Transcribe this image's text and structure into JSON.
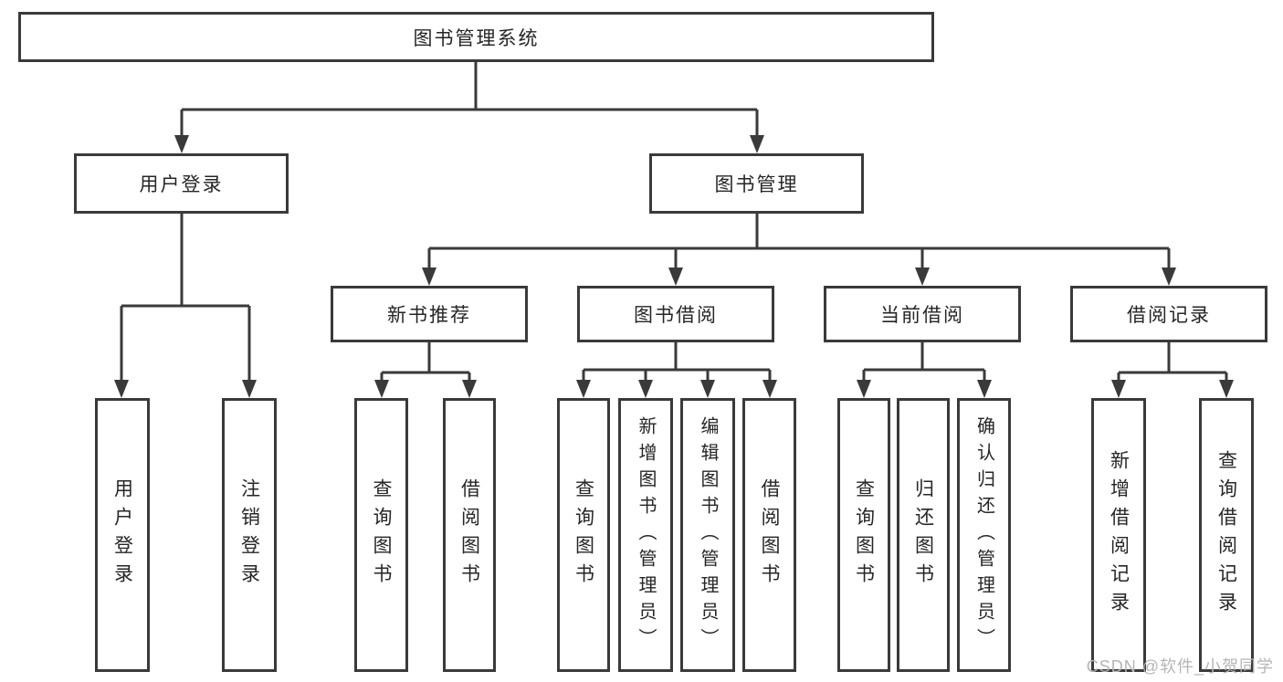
{
  "diagram_title": "图书管理系统",
  "tree": {
    "label": "图书管理系统",
    "children": [
      {
        "label": "用户登录",
        "children": [
          {
            "label": "用户登录"
          },
          {
            "label": "注销登录"
          }
        ]
      },
      {
        "label": "图书管理",
        "children": [
          {
            "label": "新书推荐",
            "children": [
              {
                "label": "查询图书"
              },
              {
                "label": "借阅图书"
              }
            ]
          },
          {
            "label": "图书借阅",
            "children": [
              {
                "label": "查询图书"
              },
              {
                "label": "新增图书（管理员）"
              },
              {
                "label": "编辑图书（管理员）"
              },
              {
                "label": "借阅图书"
              }
            ]
          },
          {
            "label": "当前借阅",
            "children": [
              {
                "label": "查询图书"
              },
              {
                "label": "归还图书"
              },
              {
                "label": "确认归还（管理员）"
              }
            ]
          },
          {
            "label": "借阅记录",
            "children": [
              {
                "label": "新增借阅记录"
              },
              {
                "label": "查询借阅记录"
              }
            ]
          }
        ]
      }
    ]
  },
  "watermark": {
    "text": "CSDN @软件_小贺同学"
  },
  "colors": {
    "line": "#3a3a3a",
    "box_border": "#3a3a3a",
    "text": "#262626",
    "watermark": "#b5b5b5",
    "background": "#ffffff"
  }
}
